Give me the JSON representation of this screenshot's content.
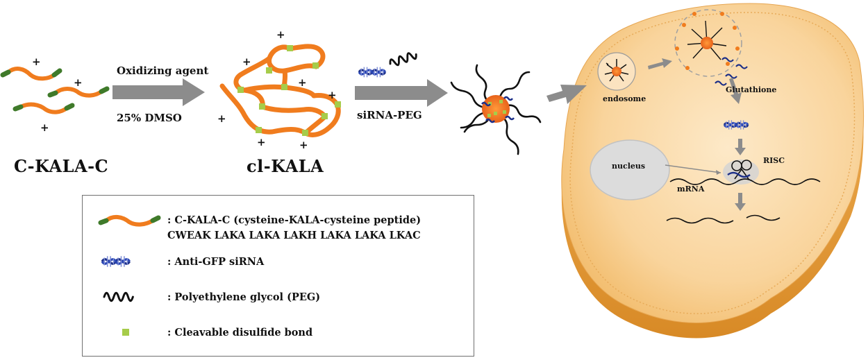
{
  "labels": {
    "monomer": "C-KALA-C",
    "crosslinked": "cl-KALA",
    "oxidizing_agent": "Oxidizing agent",
    "dmso": "25% DMSO",
    "sirna_peg": "siRNA-PEG",
    "endosome": "endosome",
    "glutathione": "Glutathione",
    "nucleus": "nucleus",
    "risc": "RISC",
    "mrna": "mRNA",
    "charge": "+"
  },
  "legend": {
    "items": [
      {
        "symbol": "c-kala-c-peptide",
        "text": ": C-KALA-C (cysteine-KALA-cysteine peptide)",
        "text2": "CWEAK LAKA LAKA LAKH LAKA LAKA LKAC"
      },
      {
        "symbol": "sirna-helix",
        "text": ": Anti-GFP siRNA"
      },
      {
        "symbol": "peg-coil",
        "text": ": Polyethylene glycol (PEG)"
      },
      {
        "symbol": "disulfide-square",
        "text": ": Cleavable disulfide bond"
      }
    ]
  },
  "colors": {
    "peptide": "#f07c1e",
    "peptide_tip": "#3f7a2a",
    "disulfide": "#a6cc4a",
    "sirna": "#1c2f88",
    "arrow": "#8c8c8c",
    "cell": "#f7c985",
    "nucleus": "#d9d9d9"
  }
}
